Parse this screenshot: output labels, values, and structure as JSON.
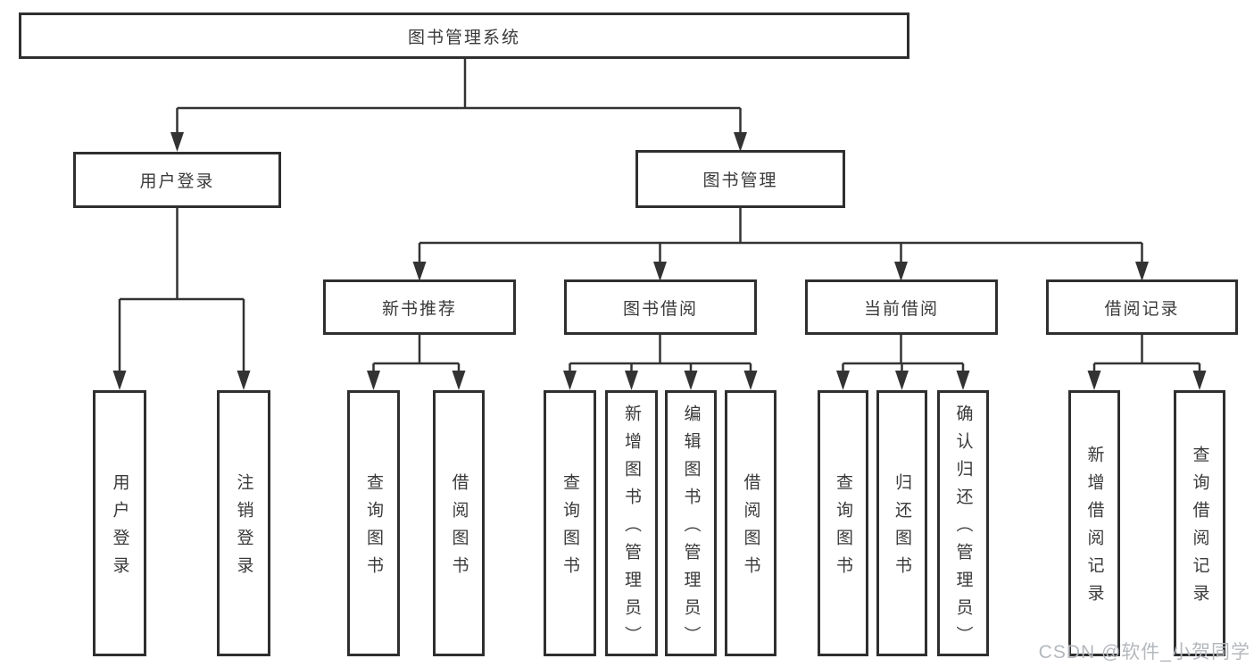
{
  "tree": {
    "label": "图书管理系统",
    "children": [
      {
        "label": "用户登录",
        "children": [
          {
            "label": "用户登录"
          },
          {
            "label": "注销登录"
          }
        ]
      },
      {
        "label": "图书管理",
        "children": [
          {
            "label": "新书推荐",
            "children": [
              {
                "label": "查询图书"
              },
              {
                "label": "借阅图书"
              }
            ]
          },
          {
            "label": "图书借阅",
            "children": [
              {
                "label": "查询图书"
              },
              {
                "label": "新增图书（管理员）"
              },
              {
                "label": "编辑图书（管理员）"
              },
              {
                "label": "借阅图书"
              }
            ]
          },
          {
            "label": "当前借阅",
            "children": [
              {
                "label": "查询图书"
              },
              {
                "label": "归还图书"
              },
              {
                "label": "确认归还（管理员）"
              }
            ]
          },
          {
            "label": "借阅记录",
            "children": [
              {
                "label": "新增借阅记录"
              },
              {
                "label": "查询借阅记录"
              }
            ]
          }
        ]
      }
    ]
  },
  "watermark": "CSDN @软件_小贺同学",
  "colors": {
    "line": "#333333",
    "box_border": "#2f2f2f",
    "text": "#3a3a3a",
    "background": "#ffffff",
    "watermark": "#b4b8bd"
  }
}
